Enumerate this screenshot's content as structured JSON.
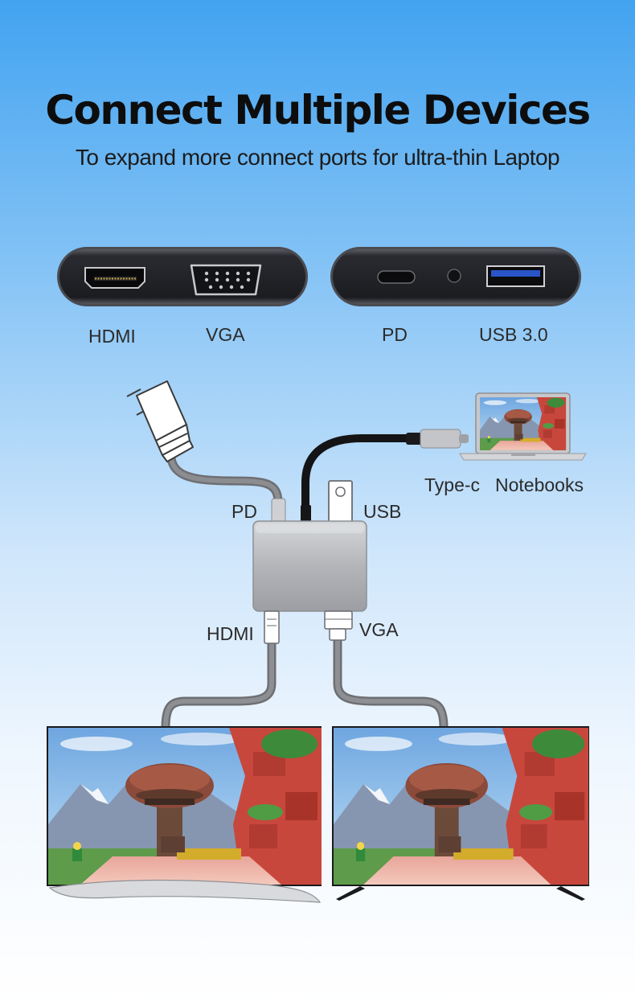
{
  "title": "Connect Multiple Devices",
  "subtitle": "To expand more connect ports for ultra-thin Laptop",
  "ports_top": {
    "hdmi": "HDMI",
    "vga": "VGA",
    "pd": "PD",
    "usb": "USB 3.0"
  },
  "diagram": {
    "pd": "PD",
    "usb": "USB",
    "hdmi": "HDMI",
    "vga": "VGA",
    "type_c": "Type-c",
    "notebooks": "Notebooks"
  },
  "colors": {
    "accent_blue": "#42a3f0",
    "title_text": "#0d0d0d",
    "device_dark": "#1f2024",
    "hub_gray": "#b7b9bd"
  }
}
